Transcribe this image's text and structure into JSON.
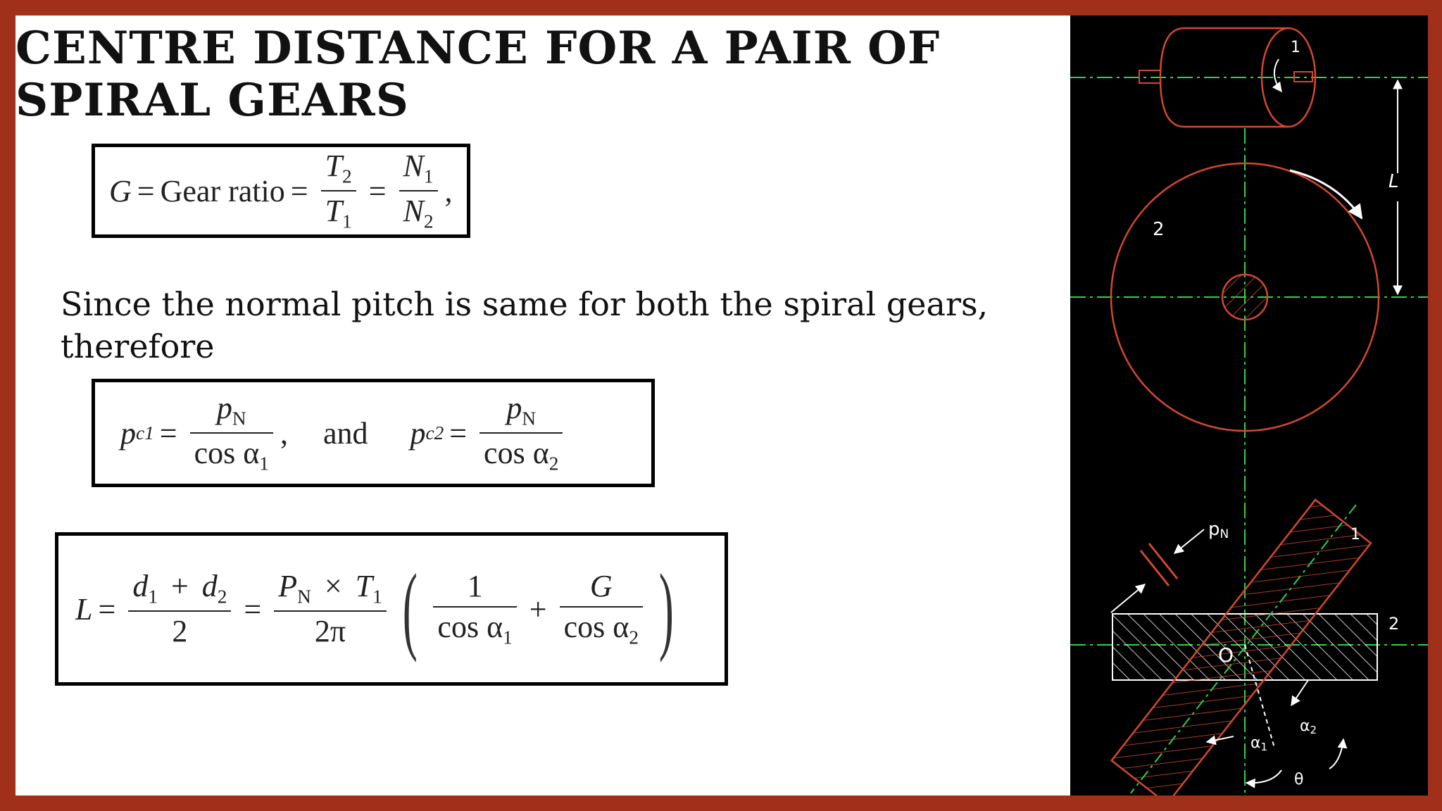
{
  "title": {
    "line1": "CENTRE DISTANCE FOR A PAIR OF",
    "line2": "SPIRAL GEARS"
  },
  "eq1": {
    "lhs": "G",
    "eq_sign": "=",
    "text": "Gear ratio",
    "eq_sign2": "=",
    "num1": "T",
    "num1_sub": "2",
    "den1": "T",
    "den1_sub": "1",
    "eq_sign3": "=",
    "num2": "N",
    "num2_sub": "1",
    "den2": "N",
    "den2_sub": "2",
    "trail": ","
  },
  "paragraph": "Since the normal pitch is same for both the spiral gears, therefore",
  "eq2": {
    "lhs1": "p",
    "lhs1_sub": "c1",
    "eq_sign": "=",
    "num": "p",
    "num_sub": "N",
    "den1": "cos α",
    "den1_sub": "1",
    "comma": ",",
    "and": "and",
    "lhs2": "p",
    "lhs2_sub": "c2",
    "eq_sign2": "=",
    "num2": "p",
    "num2_sub": "N",
    "den2": "cos α",
    "den2_sub": "2"
  },
  "eq3": {
    "lhs": "L",
    "eq_sign": "=",
    "num_a": "d",
    "num_a_sub": "1",
    "plus": "+",
    "num_b": "d",
    "num_b_sub": "2",
    "den": "2",
    "eq_sign2": "=",
    "num2": "P",
    "num2_sub": "N",
    "times": "×",
    "num2_t": "T",
    "num2_t_sub": "1",
    "den2": "2π",
    "paren_open": "(",
    "f1_num": "1",
    "f1_den": "cos α",
    "f1_den_sub": "1",
    "plus2": "+",
    "f2_num": "G",
    "f2_den": "cos α",
    "f2_den_sub": "2",
    "paren_close": ")"
  },
  "figure": {
    "labels": {
      "gear1_top": "1",
      "gear2_top": "2",
      "L": "L",
      "pN": "p",
      "pN_sub": "N",
      "gear1_bottom": "1",
      "gear2_bottom": "2",
      "O": "O",
      "alpha1": "α",
      "alpha1_sub": "1",
      "alpha2": "α",
      "alpha2_sub": "2",
      "theta": "θ"
    },
    "colors": {
      "gear": "#d4482e",
      "centerline": "#2fd24a",
      "arrows": "#ffffff",
      "background": "#000000"
    }
  }
}
